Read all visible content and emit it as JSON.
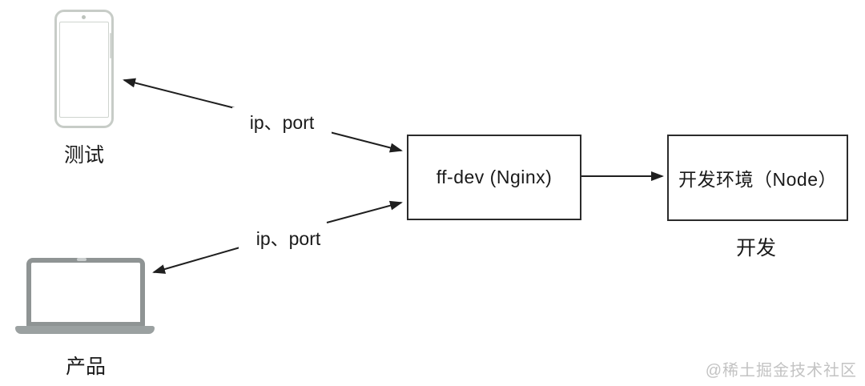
{
  "diagram": {
    "nodes": {
      "tester": {
        "label": "测试"
      },
      "product": {
        "label": "产品"
      },
      "nginx": {
        "label": "ff-dev (Nginx)"
      },
      "dev": {
        "label": "开发环境（Node）",
        "sublabel": "开发"
      }
    },
    "edges": {
      "tester_nginx": {
        "label": "ip、port"
      },
      "product_nginx": {
        "label": "ip、port"
      },
      "nginx_dev": {
        "label": ""
      }
    },
    "watermark": {
      "text": "@稀土掘金技术社区"
    },
    "colors": {
      "arrow": "#1f1f1f",
      "box_border": "#2b2b2b",
      "phone_gray": "#c7ccc7",
      "laptop_gray": "#8f9494",
      "watermark_gray": "#c3c3c3",
      "background": "#ffffff"
    }
  }
}
